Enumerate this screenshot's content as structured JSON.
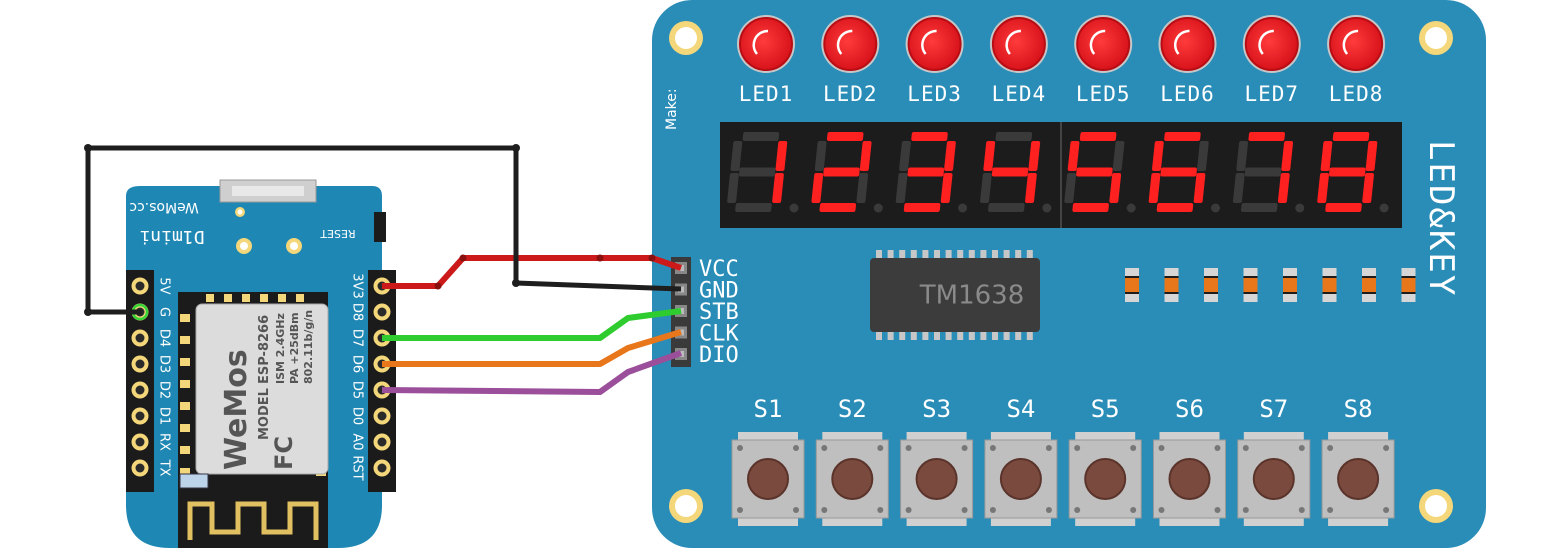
{
  "d1mini": {
    "brand": "WeMos.cc",
    "model": "D1mini",
    "reset_label": "RESET",
    "left_pins": [
      "5V",
      "G",
      "D4",
      "D3",
      "D2",
      "D1",
      "RX",
      "TX"
    ],
    "right_pins": [
      "3V3",
      "D8",
      "D7",
      "D6",
      "D5",
      "D0",
      "A0",
      "RST"
    ],
    "module": {
      "logo": "WeMos",
      "model_line": "MODEL",
      "chip": "ESP-8266",
      "freq": "ISM 2.4GHz",
      "power": "PA +25dBm",
      "standard": "802.11b/g/n",
      "cert": "FC"
    }
  },
  "ledkey": {
    "title": "LED&KEY",
    "maker_label": "Make:",
    "chip_label": "TM1638",
    "leds": [
      "LED1",
      "LED2",
      "LED3",
      "LED4",
      "LED5",
      "LED6",
      "LED7",
      "LED8"
    ],
    "digits": [
      "1",
      "2",
      "3",
      "4",
      "5",
      "6",
      "7",
      "8"
    ],
    "buttons": [
      "S1",
      "S2",
      "S3",
      "S4",
      "S5",
      "S6",
      "S7",
      "S8"
    ],
    "header_pins": [
      "VCC",
      "GND",
      "STB",
      "CLK",
      "DIO"
    ]
  },
  "wires": [
    {
      "from": "3V3",
      "to": "VCC",
      "color": "#cc1a1a"
    },
    {
      "from": "G",
      "to": "GND",
      "color": "#1e1e1e"
    },
    {
      "from": "D7",
      "to": "STB",
      "color": "#2ecc2e"
    },
    {
      "from": "D6",
      "to": "CLK",
      "color": "#e8761a"
    },
    {
      "from": "D5",
      "to": "DIO",
      "color": "#9b4f9b"
    }
  ],
  "colors": {
    "board_blue": "#1f87b3",
    "ledkey_blue": "#2a8db8",
    "led_red": "#e8141e",
    "seg_on": "#ff2020",
    "seg_off": "#3a3a3a"
  }
}
